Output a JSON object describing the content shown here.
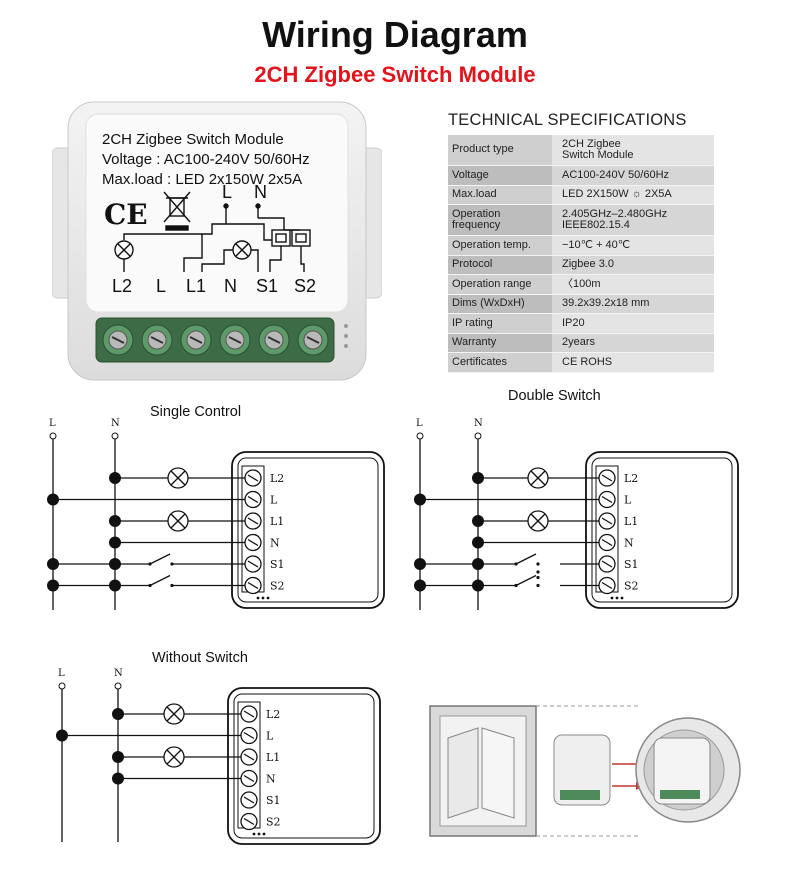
{
  "header": {
    "title": "Wiring Diagram",
    "subtitle": "2CH Zigbee Switch Module"
  },
  "module_label": {
    "line1": "2CH Zigbee Switch Module",
    "line2": "Voltage : AC100-240V 50/60Hz",
    "line3": "Max.load : LED 2x150W  2x5A",
    "ce_mark": "CE",
    "top_terminals": [
      "L",
      "N"
    ],
    "bottom_terminals": [
      "L2",
      "L",
      "L1",
      "N",
      "S1",
      "S2"
    ]
  },
  "spec": {
    "heading": "TECHNICAL SPECIFICATIONS",
    "rows": [
      {
        "key": "Product type",
        "value": "2CH Zigbee\nSwitch Module"
      },
      {
        "key": "Voltage",
        "value": "AC100-240V 50/60Hz"
      },
      {
        "key": "Max.load",
        "value": "LED 2X150W ☼ 2X5A"
      },
      {
        "key": "Operation\nfrequency",
        "value": "2.405GHz–2.480GHz\nIEEE802.15.4"
      },
      {
        "key": "Operation temp.",
        "value": "−10℃ + 40℃"
      },
      {
        "key": "Protocol",
        "value": "Zigbee  3.0"
      },
      {
        "key": "Operation range",
        "value": "〈100m"
      },
      {
        "key": "Dims (WxDxH)",
        "value": "39.2x39.2x18 mm"
      },
      {
        "key": "IP rating",
        "value": "IP20"
      },
      {
        "key": "Warranty",
        "value": "2years"
      },
      {
        "key": "Certificates",
        "value": "CE ROHS"
      }
    ]
  },
  "diagrams": {
    "single_control": "Single Control",
    "double_switch": "Double Switch",
    "without_switch": "Without Switch",
    "line_labels": [
      "L",
      "N"
    ],
    "terminals": [
      "L2",
      "L",
      "L1",
      "N",
      "S1",
      "S2"
    ]
  },
  "colors": {
    "title": "#111111",
    "subtitle": "#e3141b",
    "terminal_green": "#4f8a5b"
  }
}
